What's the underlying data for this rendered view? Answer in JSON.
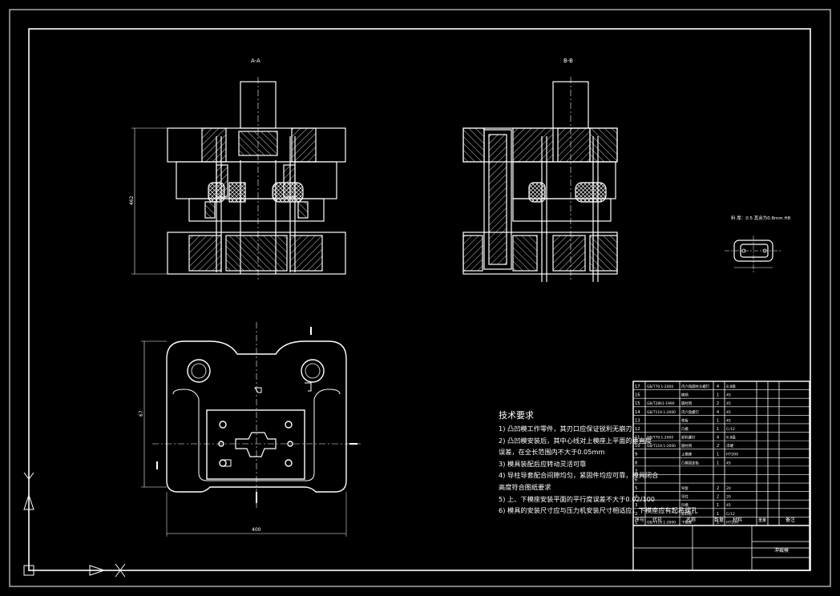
{
  "drawing": {
    "section_aa_label": "A-A",
    "section_bb_label": "B-B",
    "part_view_note": "料 厚：0.5  其余为0.8mm  H8",
    "dim_height": "462",
    "dim_depth": "67",
    "dim_width": "400"
  },
  "technical_requirements": {
    "title": "技术要求",
    "lines": [
      "1) 凸凹模工作零件，其刃口应保证锐利无崩刃",
      "2) 凸凹模安装后，其中心线对上模座上平面的垂直度",
      "   误差，在全长范围内不大于0.05mm",
      "3) 模具装配后应转动灵活可靠",
      "4) 导柱导套配合间隙均匀，紧固件均应可靠，模具闭合",
      "   高度符合图纸要求",
      "5) 上、下模座安装平面的平行度误差不大于0.02/100",
      "6) 模具的安装尺寸应与压力机安装尺寸相适应，下模座应有起吊螺孔"
    ]
  },
  "bom": {
    "rows": [
      {
        "no": "17",
        "code": "GB/T70.1-2000",
        "name": "内六角圆柱头螺钉",
        "qty": "4",
        "mat": "8.8级"
      },
      {
        "no": "16",
        "code": "",
        "name": "模柄",
        "qty": "1",
        "mat": "45"
      },
      {
        "no": "15",
        "code": "GB/T2861-1990",
        "name": "圆柱销",
        "qty": "2",
        "mat": "45"
      },
      {
        "no": "14",
        "code": "GB/T119.1-2000",
        "name": "内六角螺钉",
        "qty": "4",
        "mat": "45"
      },
      {
        "no": "13",
        "code": "",
        "name": "垫板",
        "qty": "1",
        "mat": "45"
      },
      {
        "no": "12",
        "code": "",
        "name": "凸模",
        "qty": "1",
        "mat": "Cr12"
      },
      {
        "no": "11",
        "code": "GB/T70.1-2000",
        "name": "卸料螺钉",
        "qty": "4",
        "mat": "8.8级"
      },
      {
        "no": "10",
        "code": "GB/T119.1-2000",
        "name": "圆柱销",
        "qty": "2",
        "mat": "淬硬"
      },
      {
        "no": "9",
        "code": "",
        "name": "上模座",
        "qty": "1",
        "mat": "HT200"
      },
      {
        "no": "8",
        "code": "",
        "name": "凸模固定板",
        "qty": "1",
        "mat": "45"
      },
      {
        "no": "7",
        "code": "",
        "name": "",
        "qty": "",
        "mat": ""
      },
      {
        "no": "6",
        "code": "",
        "name": "",
        "qty": "",
        "mat": ""
      },
      {
        "no": "5",
        "code": "",
        "name": "导套",
        "qty": "2",
        "mat": "20"
      },
      {
        "no": "4",
        "code": "",
        "name": "导柱",
        "qty": "2",
        "mat": "20"
      },
      {
        "no": "3",
        "code": "",
        "name": "凹模",
        "qty": "1",
        "mat": "45"
      },
      {
        "no": "2",
        "code": "",
        "name": "卸料板",
        "qty": "1",
        "mat": "Cr12"
      },
      {
        "no": "1",
        "code": "GB/T119.1-2000",
        "name": "下模座",
        "qty": "1",
        "mat": "HT200"
      }
    ],
    "header": {
      "no": "序号",
      "code": "代号",
      "name": "名称",
      "qty": "数量",
      "mat": "材料",
      "weight": "重量",
      "note": "备注"
    },
    "title_block": {
      "drawing_name": "冲裁模"
    }
  }
}
